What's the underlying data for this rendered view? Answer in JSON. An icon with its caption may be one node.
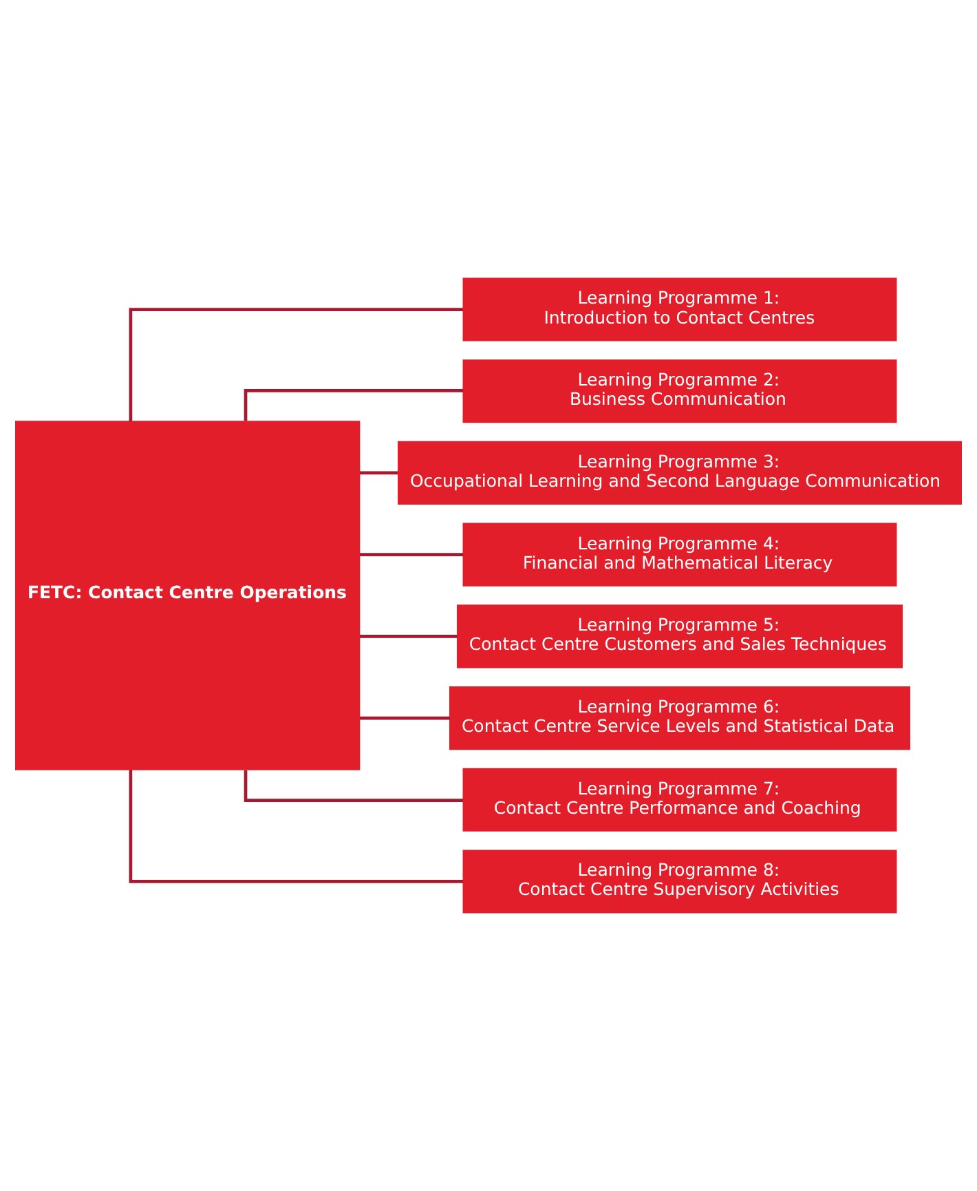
{
  "diagram": {
    "nodes": [
      {
        "text": [
          "FETC: Contact Centre Operations"
        ]
      },
      {
        "text": [
          "Learning Programme 1:",
          "Introduction to Contact Centres"
        ]
      },
      {
        "text": [
          "Learning Programme 2:",
          "Business Communication"
        ]
      },
      {
        "text": [
          "Learning Programme 3:",
          "Occupational Learning and Second Language Communication"
        ]
      },
      {
        "text": [
          "Learning Programme 4:",
          "Financial and Mathematical Literacy"
        ]
      },
      {
        "text": [
          "Learning Programme 5:",
          "Contact Centre Customers and Sales Techniques"
        ]
      },
      {
        "text": [
          "Learning Programme 6:",
          "Contact Centre Service Levels and Statistical Data"
        ]
      },
      {
        "text": [
          "Learning Programme 7:",
          "Contact Centre Performance and Coaching"
        ]
      },
      {
        "text": [
          "Learning Programme 8:",
          "Contact Centre Supervisory Activities"
        ]
      }
    ],
    "edges": [
      {
        "from": 0,
        "to": 1,
        "arrow": "none"
      },
      {
        "from": 0,
        "to": 2,
        "arrow": "none"
      },
      {
        "from": 0,
        "to": 3,
        "arrow": "none"
      },
      {
        "from": 0,
        "to": 4,
        "arrow": "none"
      },
      {
        "from": 0,
        "to": 5,
        "arrow": "none"
      },
      {
        "from": 0,
        "to": 6,
        "arrow": "none"
      },
      {
        "from": 0,
        "to": 7,
        "arrow": "none"
      },
      {
        "from": 0,
        "to": 8,
        "arrow": "none"
      }
    ]
  }
}
